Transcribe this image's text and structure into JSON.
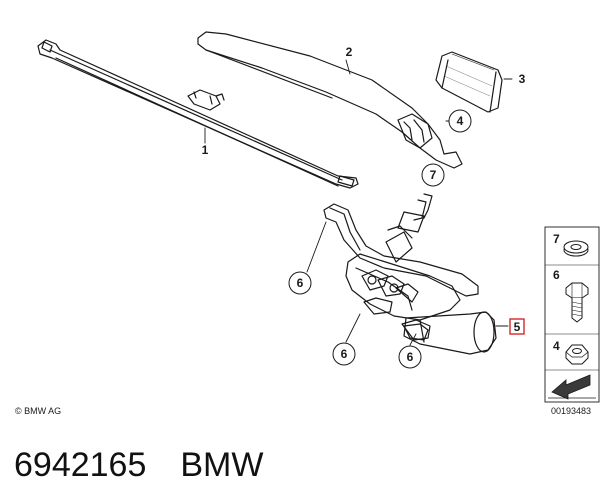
{
  "callouts": {
    "c1": "1",
    "c2": "2",
    "c3": "3",
    "c4": "4",
    "c5": "5",
    "c6a": "6",
    "c6b": "6",
    "c6c": "6",
    "c7": "7"
  },
  "legend": {
    "items": [
      {
        "number": "7",
        "icon": "washer-icon"
      },
      {
        "number": "6",
        "icon": "hex-bolt-icon"
      },
      {
        "number": "4",
        "icon": "hex-nut-icon"
      }
    ]
  },
  "copyright": "© BMW AG",
  "diagram_number": "00193483",
  "caption": {
    "part_number": "6942165",
    "brand": "BMW"
  },
  "colors": {
    "line": "#1a1a1a",
    "highlight": "#d9262b",
    "arrow_fill": "#3a3a3a"
  }
}
